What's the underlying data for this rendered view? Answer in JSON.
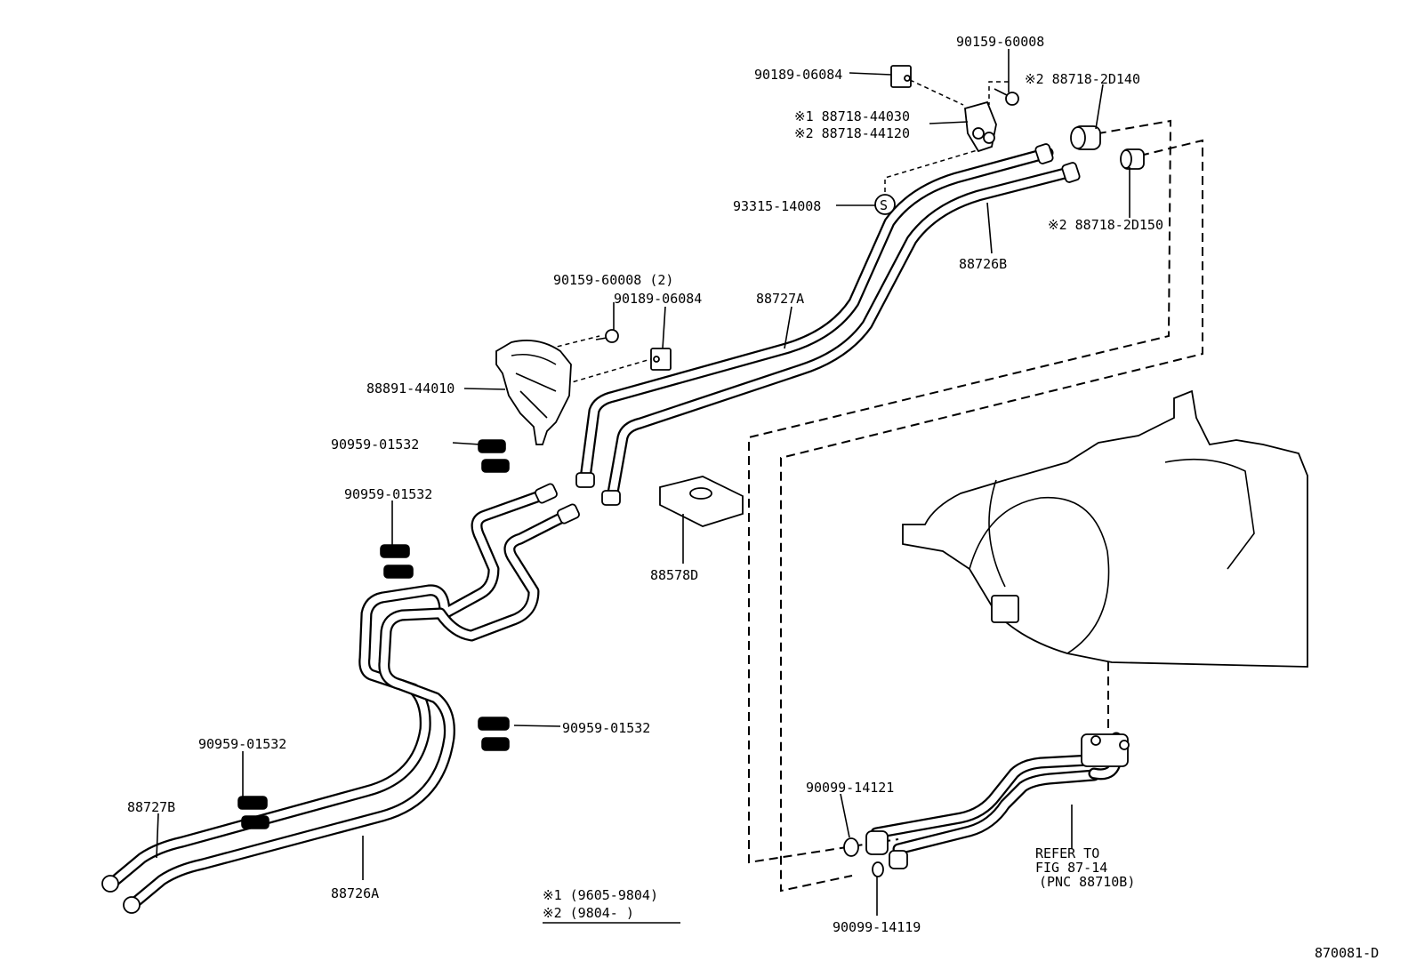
{
  "labels": {
    "clip_top_a": "90189-06084",
    "bolt_top": "90159-60008",
    "note2_top": "※2 88718-2D140",
    "note1_clamp": "※1 88718-44030",
    "note2_clamp": "※2 88718-44120",
    "washer": "93315-14008",
    "note2_right": "※2  88718-2D150",
    "pipe_26b": "88726B",
    "bolt_mid": "90159-60008 (2)",
    "clip_mid": "90189-06084",
    "pipe_27a": "88727A",
    "bracket": "88891-44010",
    "clamp_a": "90959-01532",
    "clamp_b": "90959-01532",
    "cushion": "88578D",
    "clamp_c": "90959-01532",
    "clamp_d": "90959-01532",
    "pipe_27b": "88727B",
    "pipe_26a": "88726A",
    "oring_upper": "90099-14121",
    "oring_lower": "90099-14119",
    "refer_line1": "REFER TO",
    "refer_line2": "FIG 87-14",
    "refer_line3": "(PNC 88710B)",
    "note_line1": "※1 (9605-9804)",
    "note_line2": "※2 (9804-      )",
    "figure_id": "870081-D"
  }
}
